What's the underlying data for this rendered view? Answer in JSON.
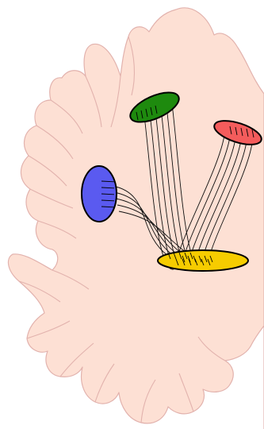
{
  "colors": {
    "background": "#ffffff",
    "tissue_fill": "#fde0d4",
    "tissue_outline": "#e2b2ad",
    "fiber": "#111111",
    "region_green": "#1e8a0e",
    "region_red": "#f45c5c",
    "region_blue": "#5a5af0",
    "region_yellow": "#f6cc00"
  },
  "regions": [
    {
      "name": "green-region",
      "color_key": "region_green"
    },
    {
      "name": "red-region",
      "color_key": "region_red"
    },
    {
      "name": "blue-region",
      "color_key": "region_blue"
    },
    {
      "name": "yellow-region",
      "color_key": "region_yellow"
    }
  ],
  "projections": [
    {
      "from": "green-region",
      "to": "yellow-region",
      "fiber_count": 6
    },
    {
      "from": "red-region",
      "to": "yellow-region",
      "fiber_count": 6
    },
    {
      "from": "blue-region",
      "to": "yellow-region",
      "fiber_count": 5
    }
  ]
}
